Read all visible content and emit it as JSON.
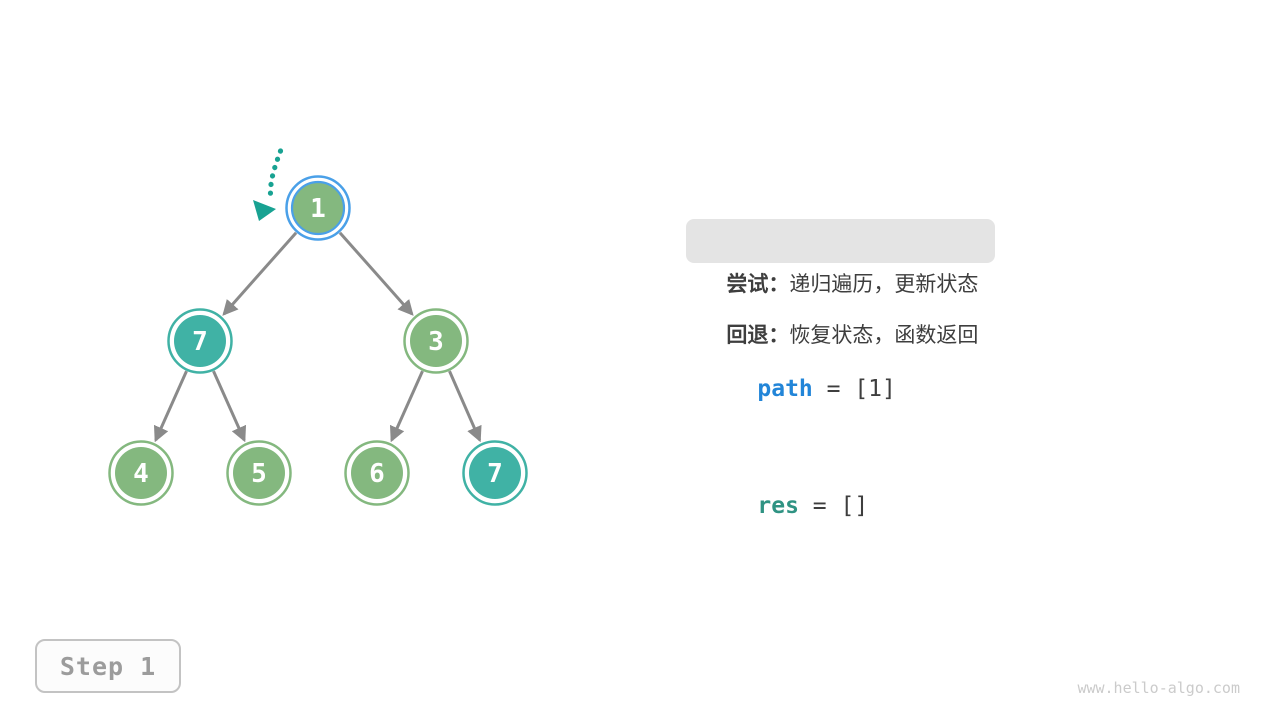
{
  "diagram": {
    "title_context": "binary tree backtracking visualization",
    "tree": {
      "nodes": [
        {
          "value": "1",
          "color": "green",
          "highlighted": true,
          "highlight_ring": "blue"
        },
        {
          "value": "7",
          "color": "teal",
          "highlighted": false
        },
        {
          "value": "3",
          "color": "green",
          "highlighted": false
        },
        {
          "value": "4",
          "color": "green",
          "highlighted": false
        },
        {
          "value": "5",
          "color": "green",
          "highlighted": false
        },
        {
          "value": "6",
          "color": "green",
          "highlighted": false
        },
        {
          "value": "7",
          "color": "teal",
          "highlighted": false
        }
      ],
      "edges": [
        [
          0,
          1
        ],
        [
          0,
          2
        ],
        [
          1,
          3
        ],
        [
          1,
          4
        ],
        [
          2,
          5
        ],
        [
          2,
          6
        ]
      ],
      "pointer": "dotted-arrow-to-root"
    },
    "legend": {
      "try_label": "尝试：",
      "try_text": "递归遍历，更新状态",
      "back_label": "回退：",
      "back_text": "恢复状态，函数返回"
    },
    "variables": [
      {
        "name": "path",
        "eq": " = ",
        "value": "[1]"
      },
      {
        "name": "res",
        "eq": " = ",
        "value": "[]"
      }
    ]
  },
  "step_badge": {
    "label": "Step 1"
  },
  "watermark": "www.hello-algo.com",
  "colors": {
    "node_green": "#84B87F",
    "node_teal": "#40B2A5",
    "highlight_blue": "#4AA0E8",
    "edge_gray": "#8A8A8A",
    "pointer_teal": "#18A292",
    "text_dark": "#3E3E3E",
    "legend_highlight_bg": "#E4E4E4",
    "path_blue": "#2285D8",
    "res_teal": "#2F9383",
    "step_text_gray": "#9C9C9C",
    "watermark_gray": "#CBCBCB"
  }
}
